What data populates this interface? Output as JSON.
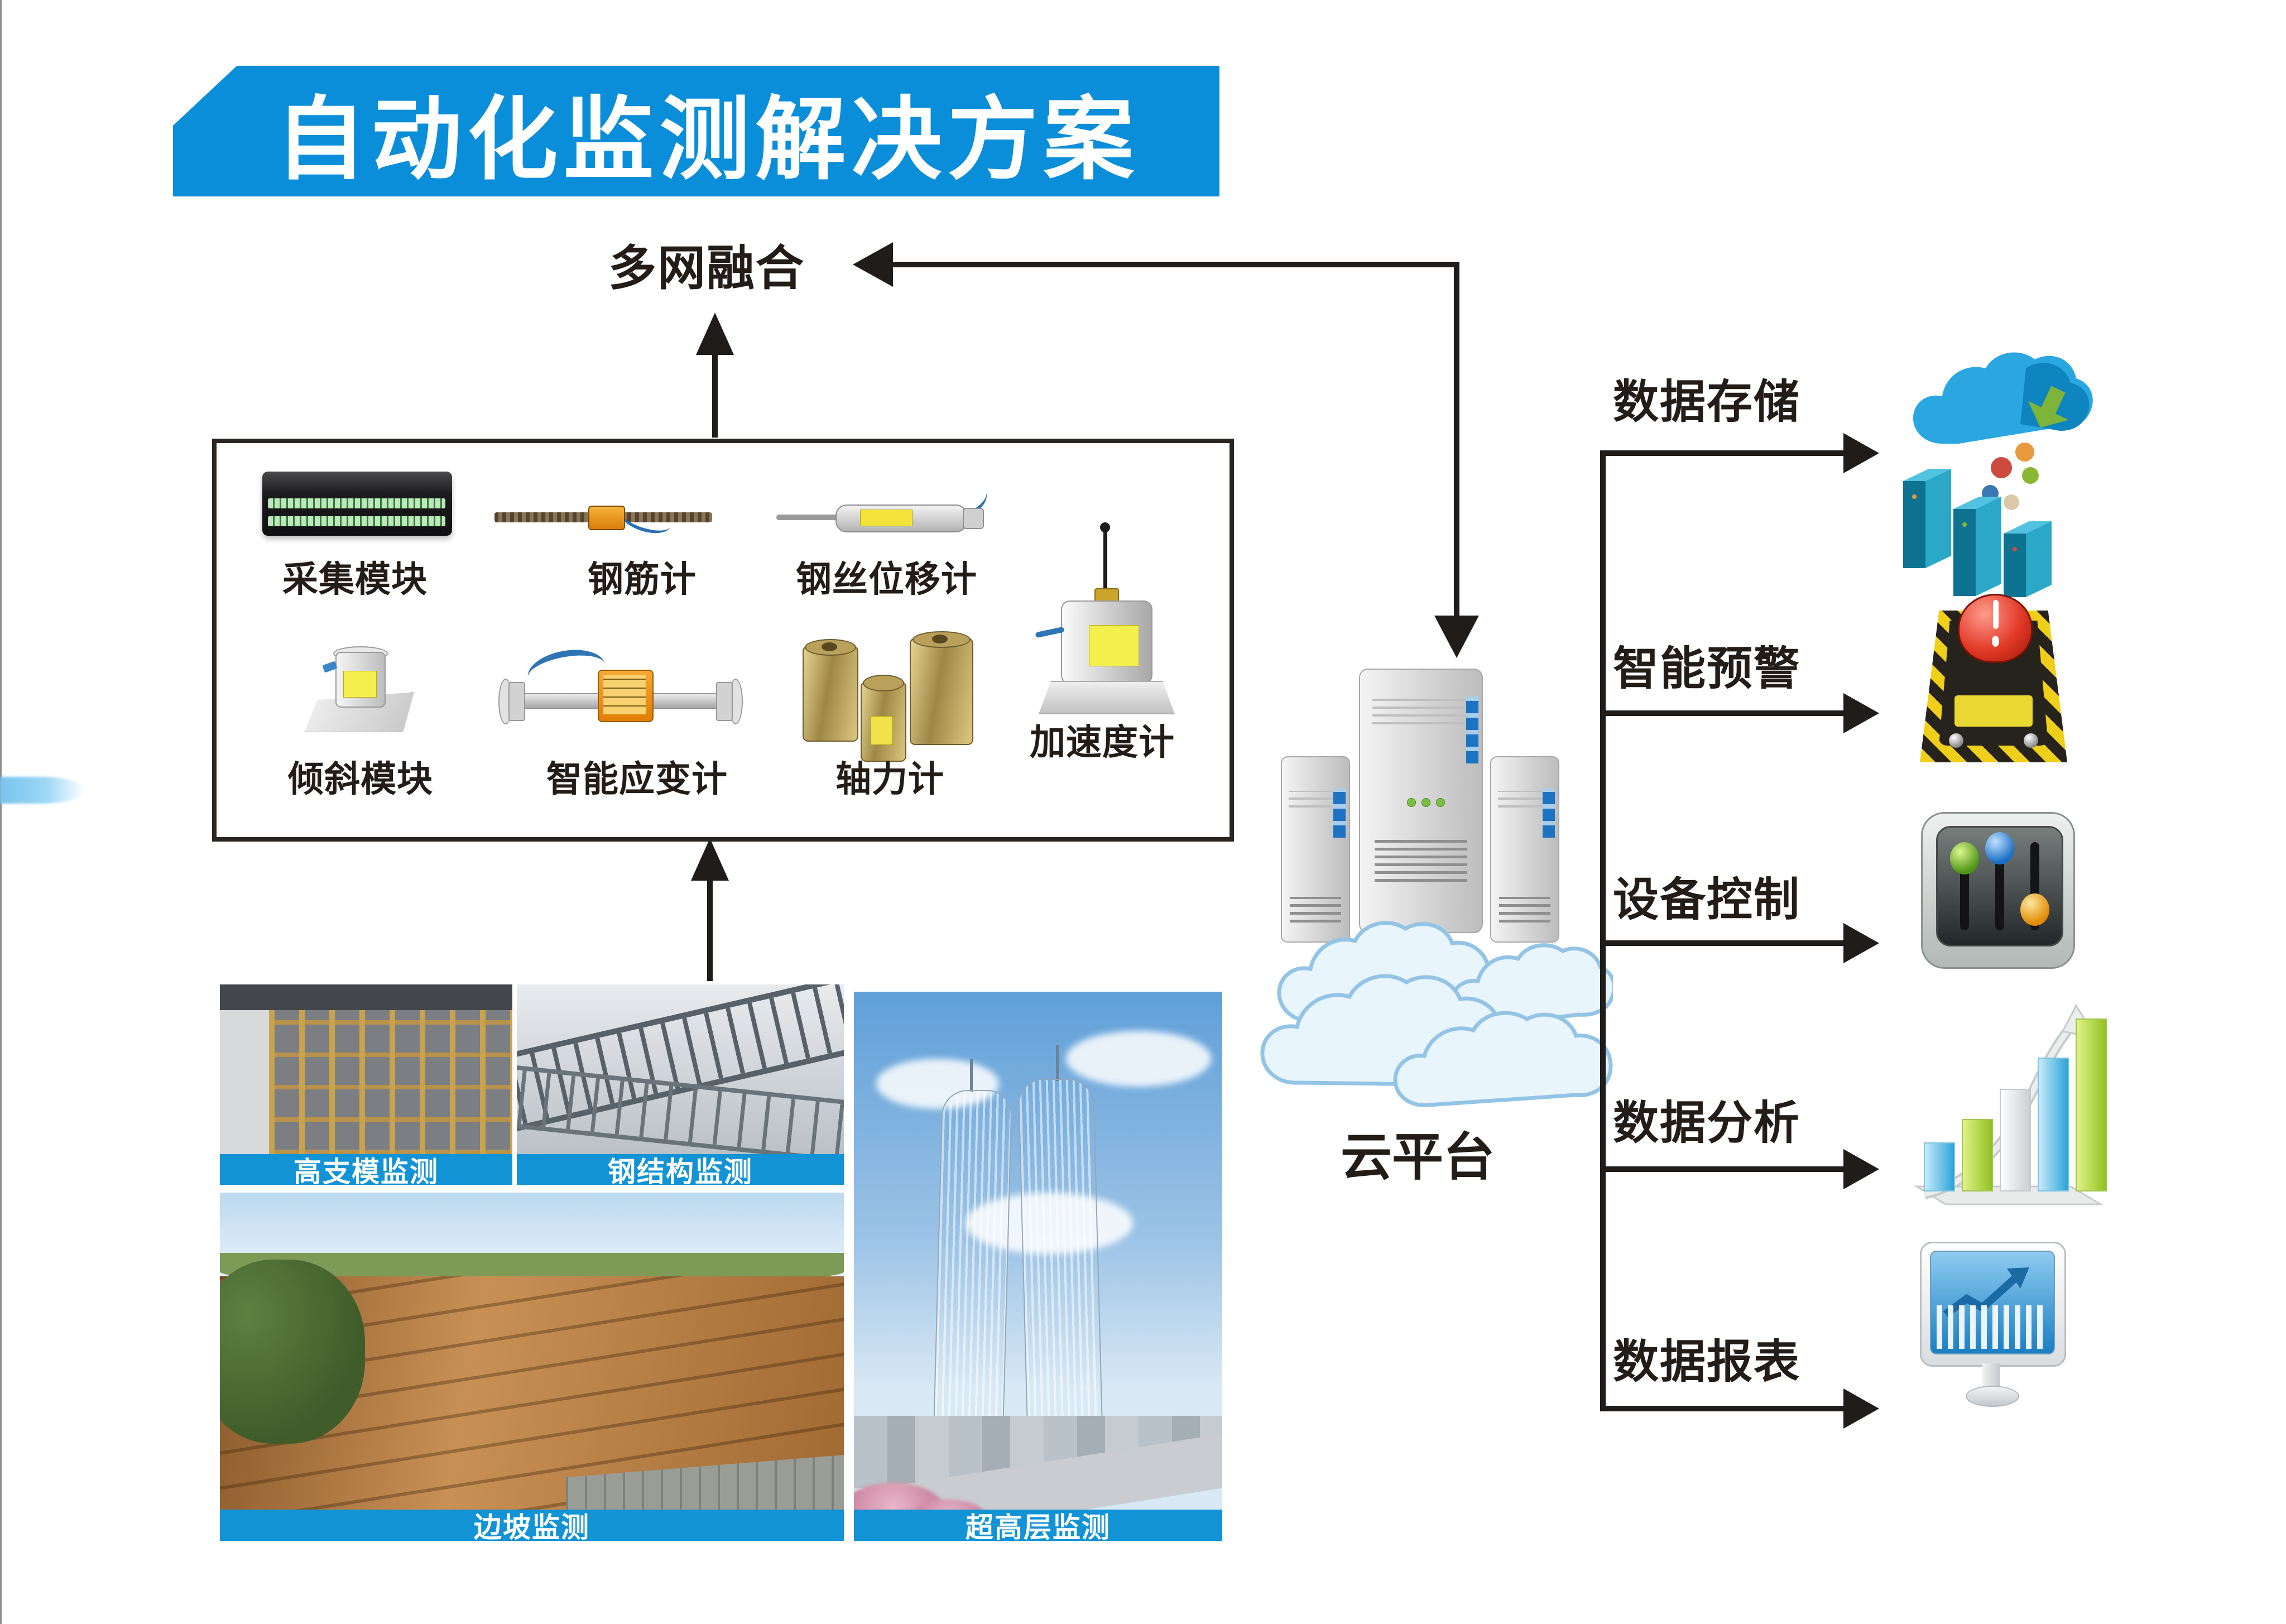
{
  "page": {
    "title_banner": "自动化监测解决方案"
  },
  "flow": {
    "network_label": "多网融合",
    "cloud_label": "云平台"
  },
  "sensors": {
    "items": [
      {
        "label": "采集模块"
      },
      {
        "label": "钢筋计"
      },
      {
        "label": "钢丝位移计"
      },
      {
        "label": "加速度计"
      },
      {
        "label": "倾斜模块"
      },
      {
        "label": "智能应变计"
      },
      {
        "label": "轴力计"
      }
    ]
  },
  "outputs": {
    "items": [
      {
        "label": "数据存储",
        "icon": "cloud-storage-icon"
      },
      {
        "label": "智能预警",
        "icon": "alarm-button-icon"
      },
      {
        "label": "设备控制",
        "icon": "control-sliders-icon"
      },
      {
        "label": "数据分析",
        "icon": "bar-chart-growth-icon"
      },
      {
        "label": "数据报表",
        "icon": "report-monitor-icon"
      }
    ]
  },
  "photos": {
    "items": [
      {
        "caption": "高支模监测"
      },
      {
        "caption": "钢结构监测"
      },
      {
        "caption": "边坡监测"
      },
      {
        "caption": "超高层监测"
      }
    ]
  },
  "colors": {
    "accent_blue": "#0a8ed9",
    "caption_blue": "#1193d6",
    "ink": "#231c17",
    "swoosh_blue": "#8cd0f2"
  }
}
